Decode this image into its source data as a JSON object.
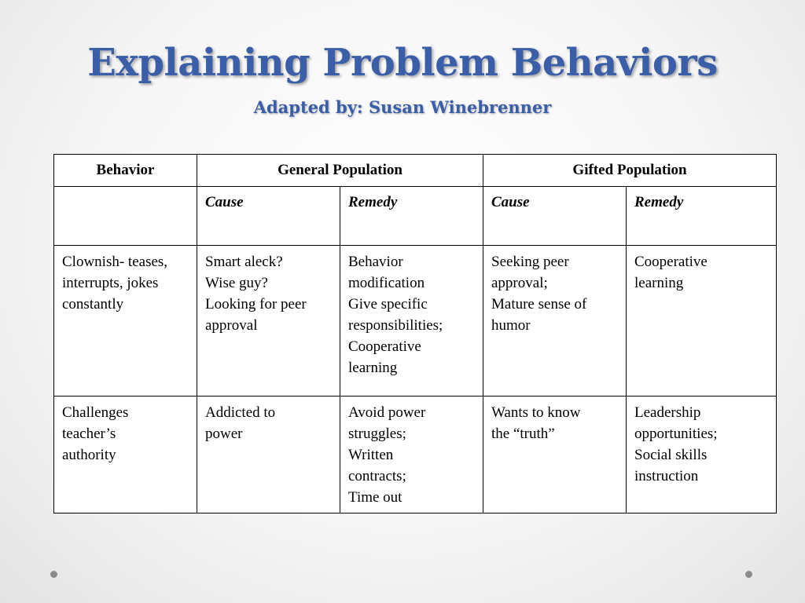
{
  "slide": {
    "title": "Explaining Problem Behaviors",
    "subtitle": "Adapted by: Susan Winebrenner"
  },
  "table": {
    "headers": {
      "behavior": "Behavior",
      "general": "General Population",
      "gifted": "Gifted Population"
    },
    "subheaders": {
      "general_cause": "Cause",
      "general_remedy": "Remedy",
      "gifted_cause": "Cause",
      "gifted_remedy": "Remedy"
    },
    "rows": [
      {
        "behavior": [
          "Clownish- teases,",
          "interrupts, jokes",
          "constantly"
        ],
        "general_cause": [
          "Smart aleck?",
          "Wise guy?",
          "Looking for peer",
          "approval"
        ],
        "general_remedy": [
          "Behavior",
          "modification",
          "Give specific",
          "responsibilities;",
          "Cooperative",
          "learning"
        ],
        "gifted_cause": [
          "Seeking peer",
          "approval;",
          "Mature sense of",
          "humor"
        ],
        "gifted_remedy": [
          "Cooperative",
          "learning"
        ]
      },
      {
        "behavior": [
          "Challenges",
          "teacher’s",
          "authority"
        ],
        "general_cause": [
          "Addicted to",
          "power"
        ],
        "general_remedy": [
          "Avoid power",
          "struggles;",
          "Written",
          "contracts;",
          "Time out"
        ],
        "gifted_cause": [
          "Wants to know",
          "the “truth”"
        ],
        "gifted_remedy": [
          "Leadership",
          "opportunities;",
          "Social skills",
          "instruction"
        ]
      }
    ]
  }
}
